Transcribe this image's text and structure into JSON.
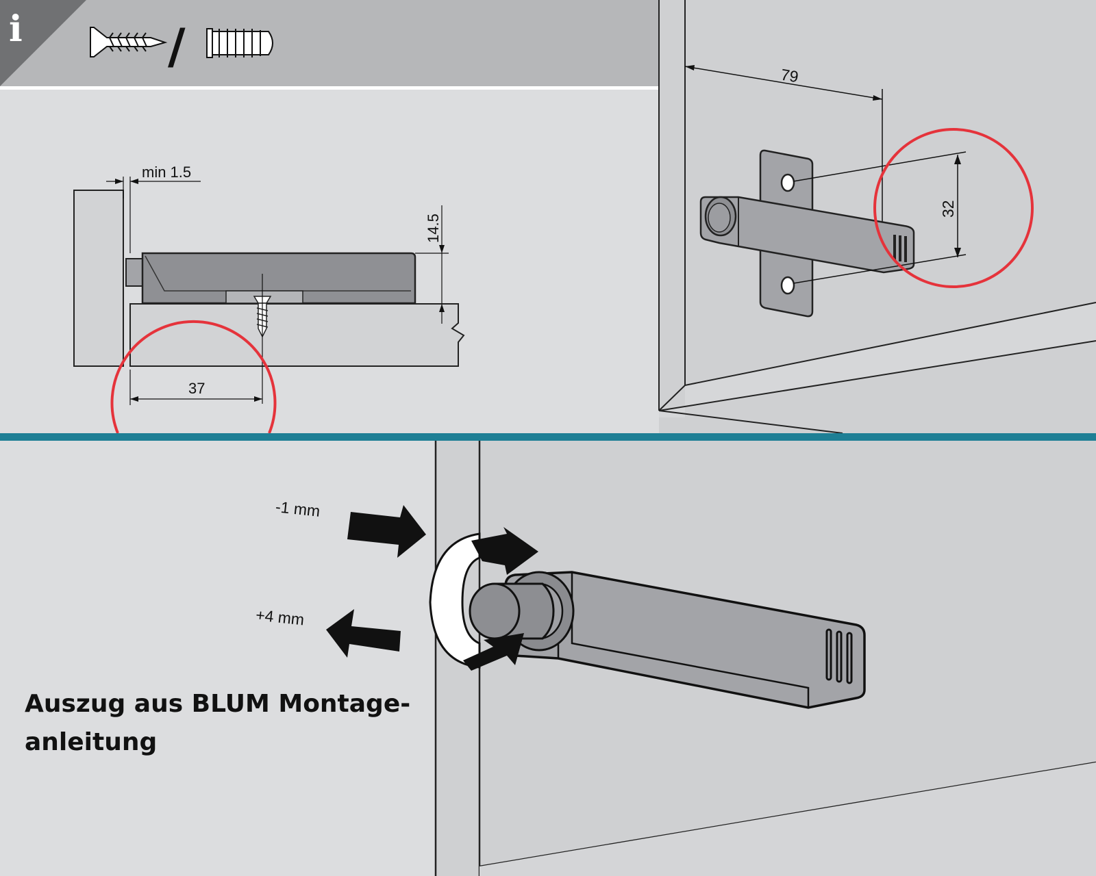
{
  "header": {
    "info_glyph": "i",
    "screw_separator": "/",
    "icons": [
      "countersunk-screw-icon",
      "euro-screw-icon"
    ]
  },
  "detail_side": {
    "min_gap": "min 1.5",
    "height": "14.5",
    "offset": "37"
  },
  "detail_perspective": {
    "depth": "79",
    "hole_spacing": "32"
  },
  "adjustment": {
    "minus_label": "-1 mm",
    "plus_label": "+4 mm"
  },
  "caption": {
    "line1": "Auszug aus BLUM Montage-",
    "line2": "anleitung"
  },
  "colors": {
    "background": "#dcdddf",
    "header_band": "#b6b7b9",
    "divider": "#1e7f95",
    "highlight_circle": "#e5333b",
    "device_body": "#a3a4a8",
    "info_corner": "#707173"
  }
}
